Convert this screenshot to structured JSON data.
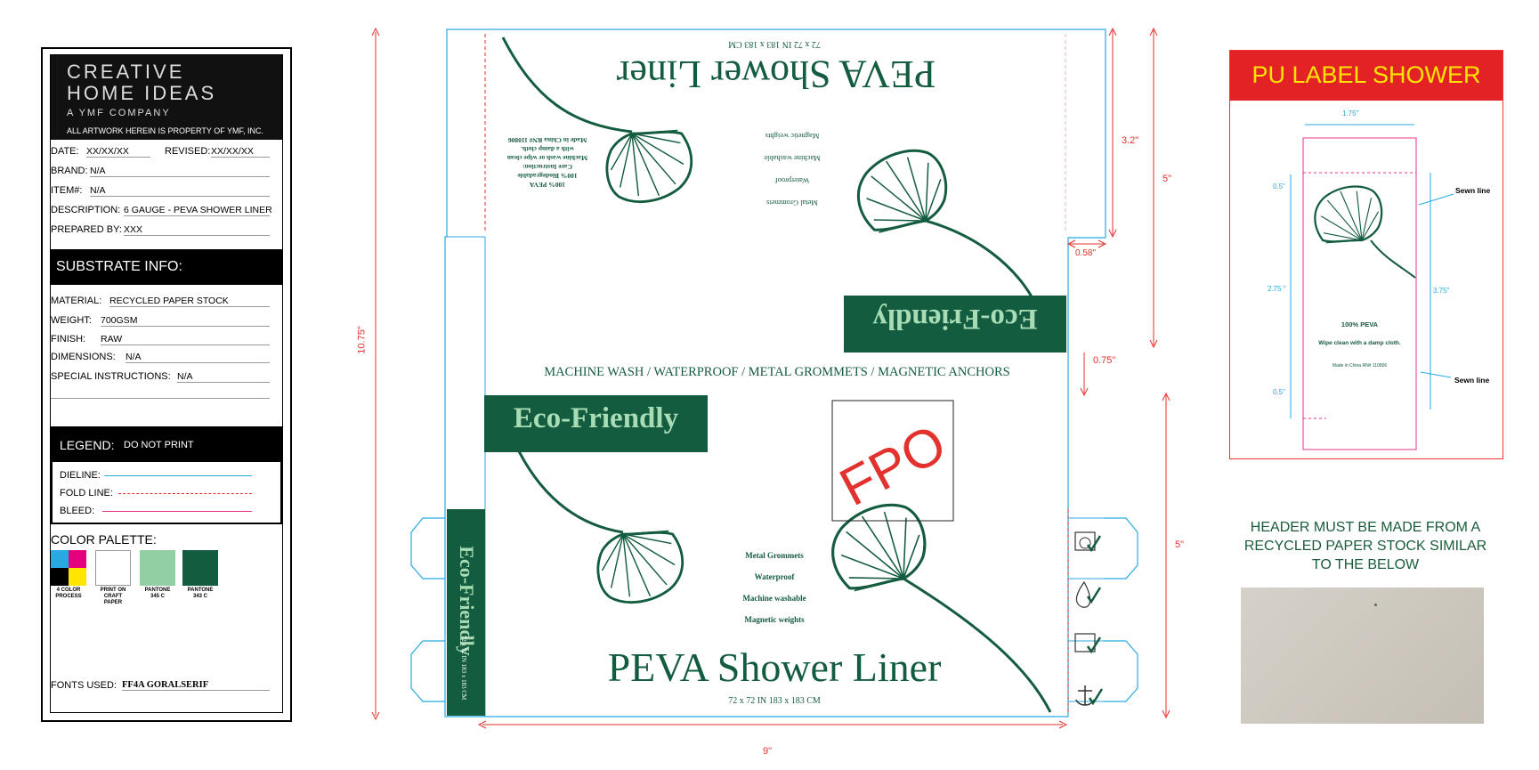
{
  "spec_sheet": {
    "logo": {
      "line1": "CREATIVE",
      "line2": "HOME IDEAS",
      "line3": "A YMF COMPANY",
      "line4": "ALL ARTWORK HEREIN IS PROPERTY OF YMF, INC."
    },
    "date_label": "DATE:",
    "date_value": "XX/XX/XX",
    "revised_label": "REVISED:",
    "revised_value": "XX/XX/XX",
    "brand_label": "BRAND:",
    "brand_value": "N/A",
    "item_label": "ITEM#:",
    "item_value": "N/A",
    "description_label": "DESCRIPTION:",
    "description_value": "6 GAUGE - PEVA SHOWER LINER",
    "prepared_label": "PREPARED BY:",
    "prepared_value": "XXX",
    "substrate_title": "SUBSTRATE INFO:",
    "material_label": "MATERIAL:",
    "material_value": "RECYCLED PAPER STOCK",
    "weight_label": "WEIGHT:",
    "weight_value": "700GSM",
    "finish_label": "FINISH:",
    "finish_value": "RAW",
    "dimensions_label": "DIMENSIONS:",
    "dimensions_value": "N/A",
    "special_label": "SPECIAL INSTRUCTIONS:",
    "special_value": "N/A",
    "legend_title": "LEGEND:",
    "legend_note": "DO NOT PRINT",
    "dieline_label": "DIELINE:",
    "fold_label": "FOLD LINE:",
    "bleed_label": "BLEED:",
    "palette_title": "COLOR PALETTE:",
    "swatches": [
      {
        "label1": "4 COLOR",
        "label2": "PROCESS"
      },
      {
        "label1": "PRINT ON",
        "label2": "CRAFT PAPER",
        "color": "#ffffff"
      },
      {
        "label1": "PANTONE",
        "label2": "345 C",
        "color": "#92cfa2"
      },
      {
        "label1": "PANTONE",
        "label2": "343  C",
        "color": "#145c3f"
      }
    ],
    "fonts_label": "FONTS USED:",
    "fonts_value": "FF4A GORALSERIF"
  },
  "dieline": {
    "dim_height": "10.75\"",
    "dim_width": "9\"",
    "dim_top_flap": "3.2\"",
    "dim_top_5": "5\"",
    "dim_tab": "0.58\"",
    "dim_gap": "0.75\"",
    "dim_bottom_5": "5\"",
    "front_title": "PEVA Shower Liner",
    "front_size": "72 x 72 IN 183 x 183 CM",
    "back_title": "PEVA Shower Liner",
    "back_size": "72 x 72 IN 183 x 183 CM",
    "features_line": "MACHINE WASH / WATERPROOF / METAL GROMMETS / MAGNETIC ANCHORS",
    "eco_badge": "Eco-Friendly",
    "eco_badge_back": "Eco-Friendly",
    "eco_side": "Eco-Friendly",
    "side_size": "72 x 72 IN 183 x 183 CM",
    "fpo": "FPO",
    "features": [
      "Metal Grommets",
      "Waterproof",
      "Machine washable",
      "Magnetic weights"
    ],
    "back_features": [
      "Metal Grommets",
      "Waterproof",
      "Machine washable",
      "Magnetic weights"
    ],
    "back_info": [
      "100% PEVA",
      "100% Biodegradable",
      "Care Instruction:",
      "Machine wash or wipe clean",
      "with a damp cloth.",
      "Made in China  RN# 110806"
    ],
    "colors": {
      "green": "#145c3f",
      "red": "#e3312d",
      "cyan": "#29a9e1",
      "pink": "#e8318a"
    }
  },
  "pu_label": {
    "title": "PU LABEL SHOWER",
    "dim_width": "1.75\"",
    "dim_top": "0.5\"",
    "dim_middle": "2.75 \"",
    "dim_total": "3.75\"",
    "dim_bottom": "0.5\"",
    "sewn_top": "Sewn line",
    "sewn_bottom": "Sewn line",
    "material": "100% PEVA",
    "care": "Wipe clean with a damp cloth.",
    "origin": "Made in China  RN# 110806"
  },
  "note": "HEADER MUST BE MADE FROM A RECYCLED PAPER STOCK SIMILAR TO THE BELOW"
}
